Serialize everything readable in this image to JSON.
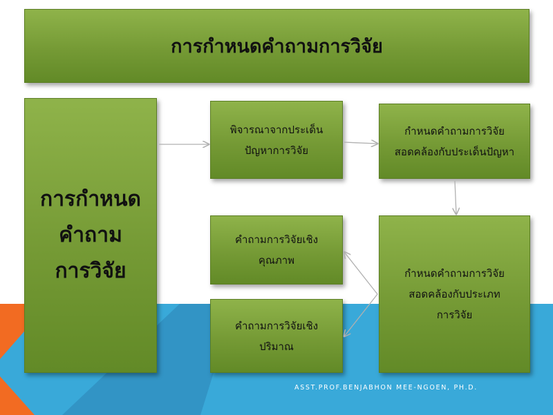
{
  "title": "การกำหนดคำถามการวิจัย",
  "main_label": "การกำหนด\nคำถาม\nการวิจัย",
  "steps": {
    "consider": "พิจารณาจากประเด็น\nปัญหาการวิจัย",
    "align_problem": "กำหนดคำถามการวิจัย\nสอดคล้องกับประเด็นปัญหา",
    "align_type": "กำหนดคำถามการวิจัย\nสอดคล้องกับประเภท\nการวิจัย",
    "qualitative": "คำถามการวิจัยเชิง\nคุณภาพ",
    "quantitative": "คำถามการวิจัยเชิง\nปริมาณ"
  },
  "footer": "ASST.PROF.BENJABHON MEE-NGOEN, PH.D.",
  "colors": {
    "box_green": "#759a35",
    "blue_band": "#39a9d9",
    "orange_accent": "#f26b22"
  }
}
